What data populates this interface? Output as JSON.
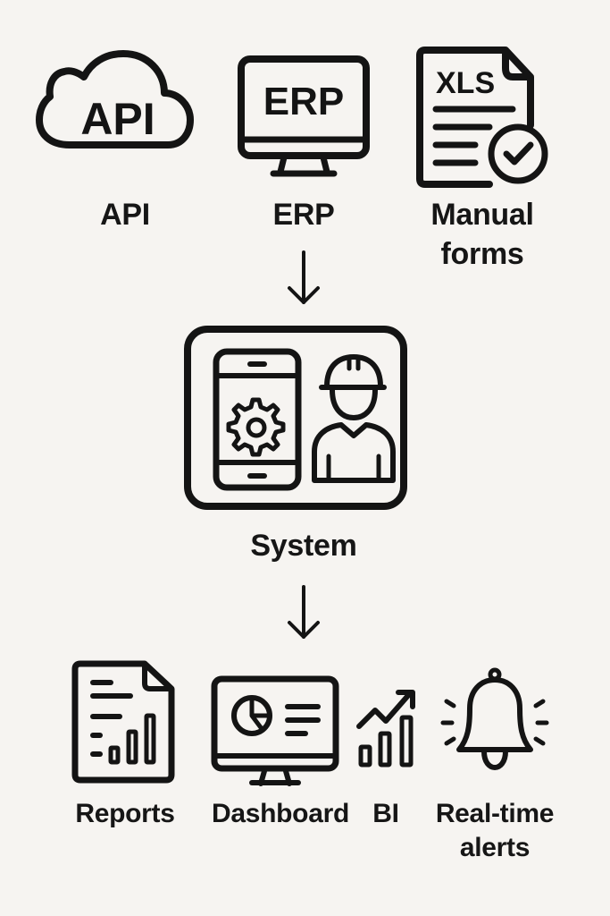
{
  "diagram": {
    "sources": [
      {
        "id": "api",
        "label": "API",
        "icon": "cloud-api-icon",
        "icon_text": "API"
      },
      {
        "id": "erp",
        "label": "ERP",
        "icon": "monitor-erp-icon",
        "icon_text": "ERP"
      },
      {
        "id": "manual-forms",
        "label_line1": "Manual",
        "label_line2": "forms",
        "icon": "xls-document-check-icon",
        "icon_text": "XLS"
      }
    ],
    "flow_arrows": [
      "arrow-down",
      "arrow-down"
    ],
    "system": {
      "label": "System",
      "icon": "phone-gear-and-worker-icon"
    },
    "outputs": [
      {
        "id": "reports",
        "label": "Reports",
        "icon": "report-document-chart-icon"
      },
      {
        "id": "dashboard",
        "label": "Dashboard",
        "icon": "monitor-pie-chart-icon"
      },
      {
        "id": "bi",
        "label": "BI",
        "icon": "trend-bar-chart-icon"
      },
      {
        "id": "real-time-alerts",
        "label_line1": "Real-time",
        "label_line2": "alerts",
        "icon": "ringing-bell-icon"
      }
    ]
  }
}
